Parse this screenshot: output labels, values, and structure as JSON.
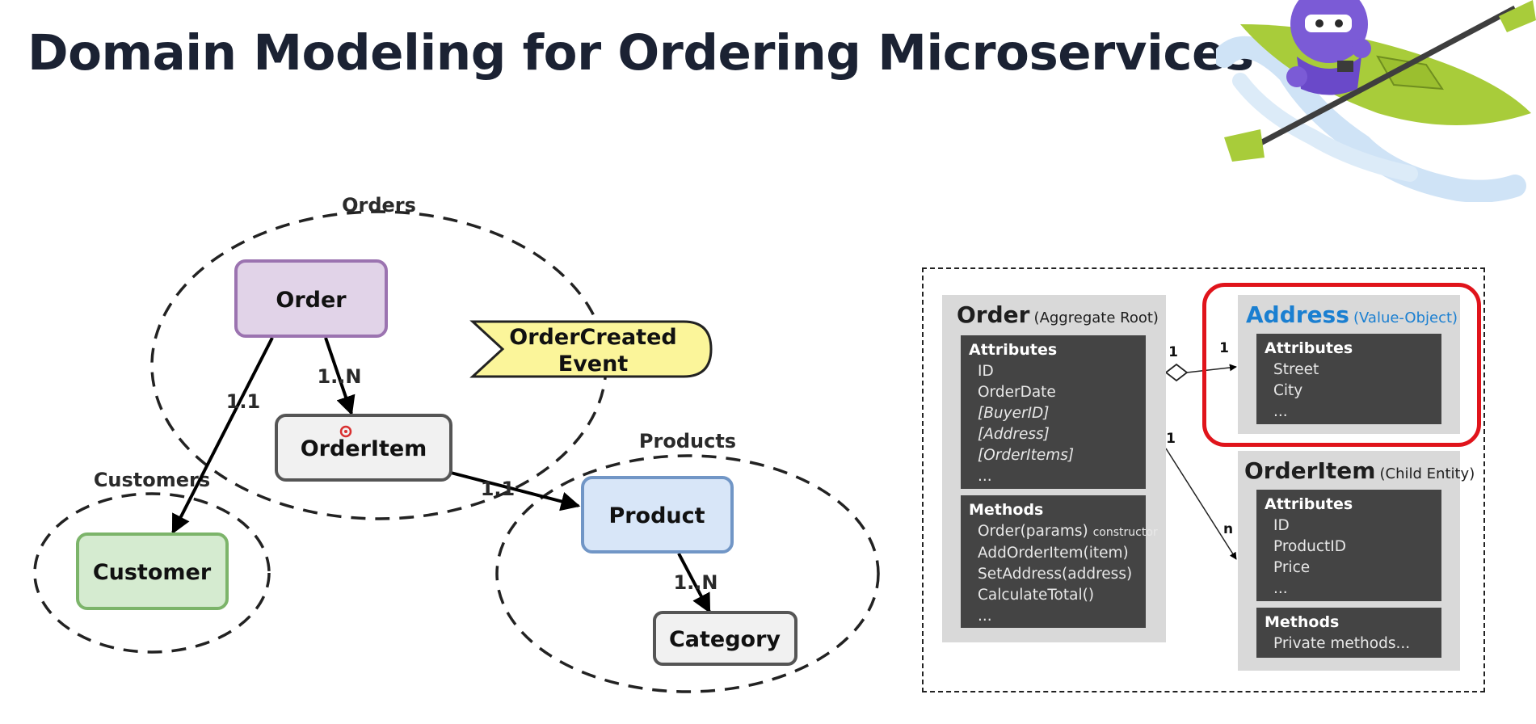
{
  "slide": {
    "title": "Domain Modeling for Ordering Microservices"
  },
  "bounded_contexts": {
    "orders": "Orders",
    "customers": "Customers",
    "products": "Products"
  },
  "entities": {
    "order": "Order",
    "order_item": "OrderItem",
    "customer": "Customer",
    "product": "Product",
    "category": "Category"
  },
  "event": {
    "line1": "OrderCreated",
    "line2": "Event"
  },
  "relations": {
    "order_orderitem": "1..N",
    "order_customer": "1.1",
    "orderitem_product": "1.1",
    "product_category": "1..N"
  },
  "uml": {
    "order": {
      "name": "Order",
      "stereotype": "(Aggregate Root)",
      "attributes_title": "Attributes",
      "attributes": [
        "ID",
        "OrderDate",
        "[BuyerID]",
        "[Address]",
        "[OrderItems]",
        "..."
      ],
      "methods_title": "Methods",
      "methods": [
        "Order(params)",
        "AddOrderItem(item)",
        "SetAddress(address)",
        "CalculateTotal()",
        "..."
      ],
      "constructor_note": "constructor"
    },
    "address": {
      "name": "Address",
      "stereotype": "(Value-Object)",
      "attributes_title": "Attributes",
      "attributes": [
        "Street",
        "City",
        "..."
      ]
    },
    "order_item": {
      "name": "OrderItem",
      "stereotype": "(Child Entity)",
      "attributes_title": "Attributes",
      "attributes": [
        "ID",
        "ProductID",
        "Price",
        "..."
      ],
      "methods_title": "Methods",
      "methods": [
        "Private methods..."
      ]
    },
    "multiplicities": {
      "order_address_left": "1",
      "order_address_right": "1",
      "order_orderitem_left": "1",
      "order_orderitem_right": "n"
    }
  },
  "colors": {
    "order_fill": "#e1d3e8",
    "order_border": "#9b73b0",
    "customer_fill": "#d5ebd0",
    "customer_border": "#7cb46a",
    "product_fill": "#d8e6f8",
    "product_border": "#7196c6",
    "neutral_fill": "#f1f1f1",
    "neutral_border": "#555555",
    "event_fill": "#fbf59a",
    "highlight": "#e0141b",
    "uml_accent": "#1a7fd1"
  }
}
